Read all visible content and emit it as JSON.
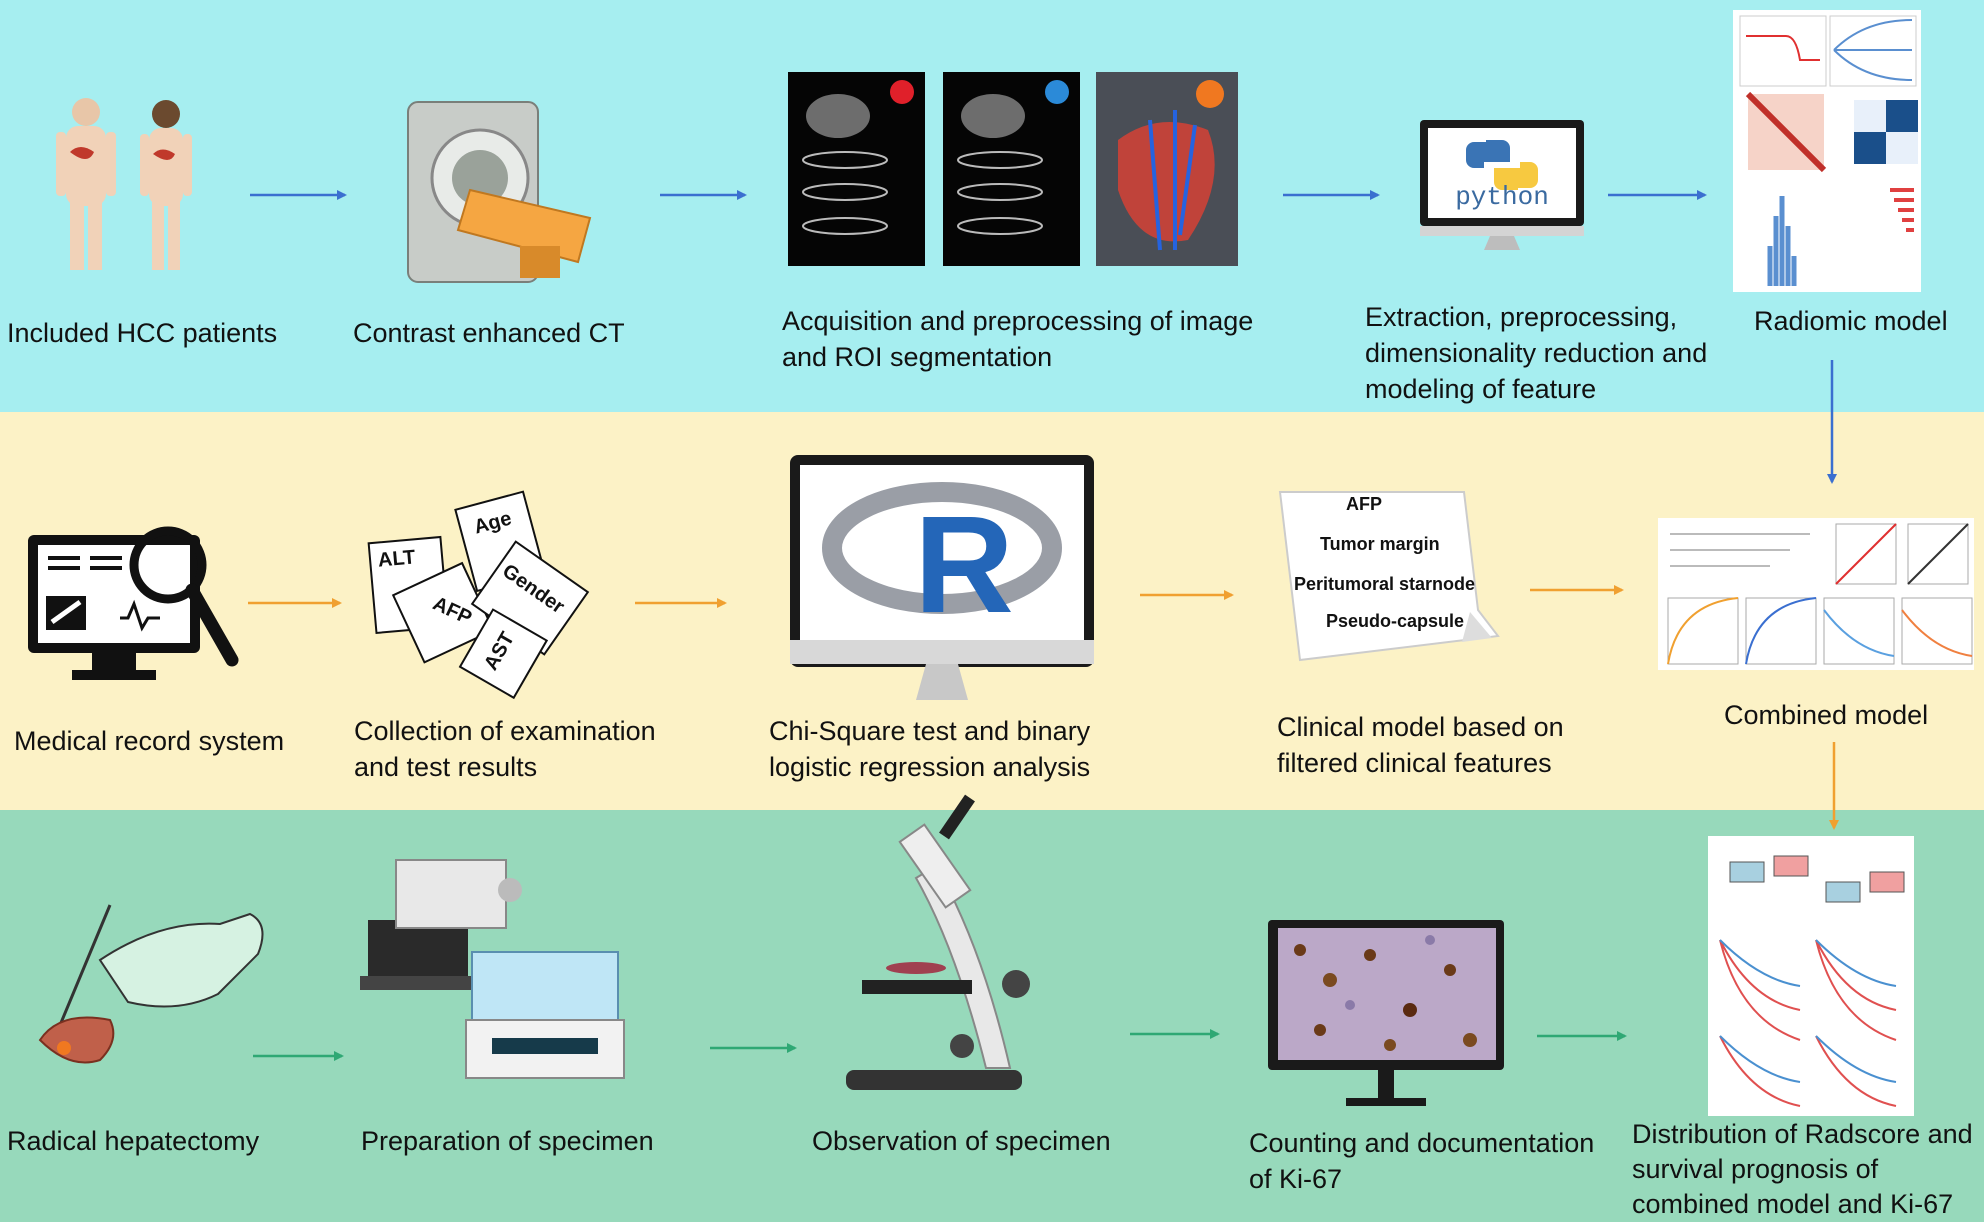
{
  "rows": {
    "top": {
      "labels": [
        {
          "id": "included-hcc-patients",
          "lines": [
            "Included HCC patients"
          ]
        },
        {
          "id": "contrast-enhanced-ct",
          "lines": [
            "Contrast enhanced CT"
          ]
        },
        {
          "id": "acquisition-preprocessing",
          "lines": [
            "Acquisition and preprocessing of image",
            "and ROI segmentation"
          ]
        },
        {
          "id": "feature-extraction",
          "lines": [
            "Extraction, preprocessing,",
            "dimensionality reduction and",
            "modeling of feature"
          ]
        },
        {
          "id": "radiomic-model",
          "lines": [
            "Radiomic model"
          ]
        }
      ],
      "python_text": "python"
    },
    "middle": {
      "labels": [
        {
          "id": "medical-record-system",
          "lines": [
            "Medical record system"
          ]
        },
        {
          "id": "collection-results",
          "lines": [
            "Collection of examination",
            "and test results"
          ]
        },
        {
          "id": "chi-square",
          "lines": [
            "Chi-Square test and binary",
            "logistic regression analysis"
          ]
        },
        {
          "id": "clinical-model",
          "lines": [
            "Clinical model based on",
            "filtered clinical features"
          ]
        },
        {
          "id": "combined-model",
          "lines": [
            "Combined model"
          ]
        }
      ],
      "paper_cards": [
        "ALT",
        "Age",
        "AFP",
        "Gender",
        "AST"
      ],
      "clinical_features": [
        "AFP",
        "Tumor margin",
        "Peritumoral starnode",
        "Pseudo-capsule"
      ],
      "r_logo_text": "R"
    },
    "bottom": {
      "labels": [
        {
          "id": "radical-hepatectomy",
          "lines": [
            "Radical hepatectomy"
          ]
        },
        {
          "id": "preparation-specimen",
          "lines": [
            "Preparation of specimen"
          ]
        },
        {
          "id": "observation-specimen",
          "lines": [
            "Observation of specimen"
          ]
        },
        {
          "id": "counting-ki67",
          "lines": [
            "Counting and documentation",
            "of Ki-67"
          ]
        },
        {
          "id": "distribution-radscore",
          "lines": [
            "Distribution of Radscore and",
            "survival prognosis of",
            "combined model and Ki-67"
          ]
        }
      ]
    }
  },
  "colors": {
    "top_band": "#a6eef0",
    "middle_band": "#fcf2c6",
    "bottom_band": "#97d9bb",
    "arrow_top": "#3a6fd0",
    "arrow_middle": "#f0a030",
    "arrow_bottom": "#2fa874"
  }
}
